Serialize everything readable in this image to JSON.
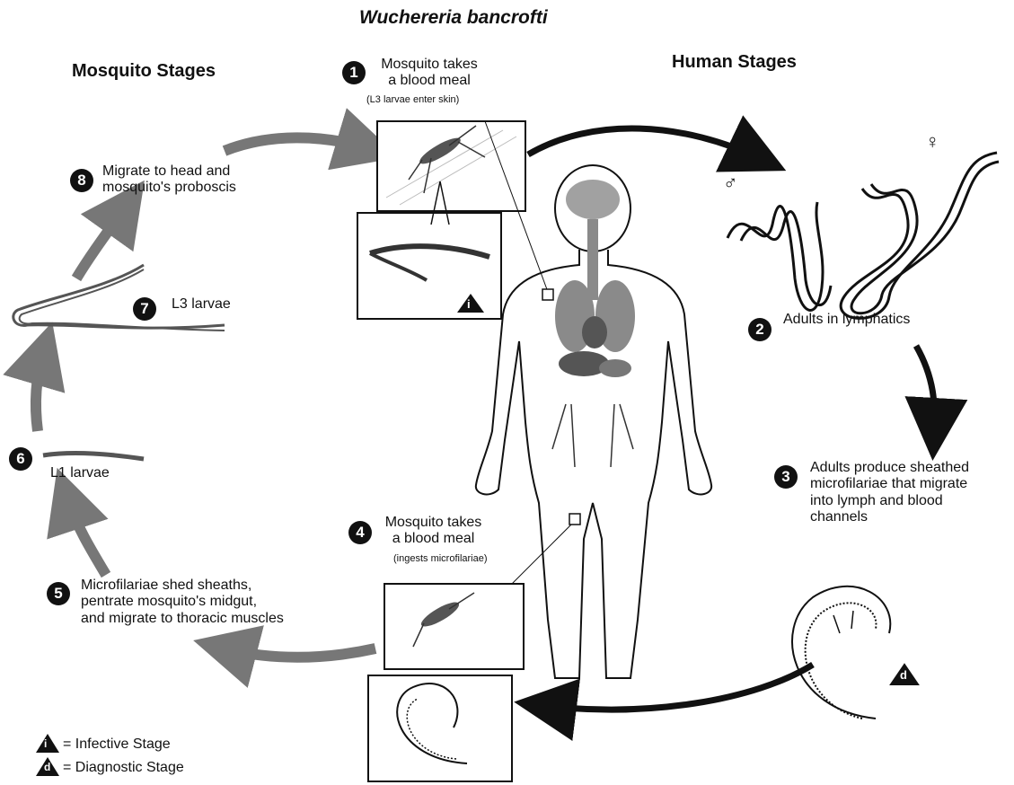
{
  "title": "Wuchereria bancrofti",
  "mosquito_stages_heading": "Mosquito Stages",
  "human_stages_heading": "Human Stages",
  "steps": [
    {
      "number": "1",
      "text": "Mosquito takes\na blood meal",
      "sub": "(L3 larvae enter skin)"
    },
    {
      "number": "2",
      "text": "Adults in lymphatics"
    },
    {
      "number": "3",
      "text": "Adults produce sheathed\nmicrofilariae that migrate\ninto lymph and blood\nchannels"
    },
    {
      "number": "4",
      "text": "Mosquito takes\na blood meal",
      "sub": "(ingests microfilariae)"
    },
    {
      "number": "5",
      "text": "Microfilariae shed sheaths,\npentrate mosquito's midgut,\nand migrate to thoracic muscles"
    },
    {
      "number": "6",
      "text": "L1 larvae"
    },
    {
      "number": "7",
      "text": "L3 larvae"
    },
    {
      "number": "8",
      "text": "Migrate to head and\nmosquito's proboscis"
    }
  ],
  "stage_markers": {
    "infective": "i",
    "diagnostic": "d"
  },
  "sex_symbols": {
    "male": "♂",
    "female": "♀"
  },
  "legend": [
    {
      "symbol": "i",
      "text": "= Infective Stage"
    },
    {
      "symbol": "d",
      "text": "= Diagnostic Stage"
    }
  ],
  "colors": {
    "ink": "#111111",
    "gray_arrow": "#777777",
    "organ_gray": "#8a8a8a"
  }
}
